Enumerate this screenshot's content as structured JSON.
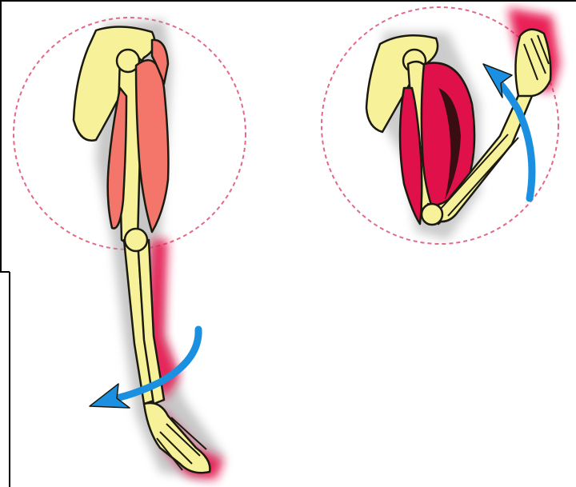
{
  "colors": {
    "bone": "#f7f29a",
    "bone_outline": "#1a1a10",
    "muscle_relaxed": "#f4766a",
    "muscle_contracted": "#e0104a",
    "muscle_shadow": "#3a0d12",
    "skin_glow": "#e8174f",
    "arrow": "#1b8fe0",
    "circle_dash": "#e26a86",
    "frame": "#000000",
    "shadow": "#9a9a9a"
  },
  "panels": [
    {
      "state": "extended",
      "icon": "arm-extended-icon",
      "arrow": "downward-rotation-arrow"
    },
    {
      "state": "flexed",
      "icon": "arm-flexed-icon",
      "arrow": "upward-rotation-arrow"
    }
  ]
}
